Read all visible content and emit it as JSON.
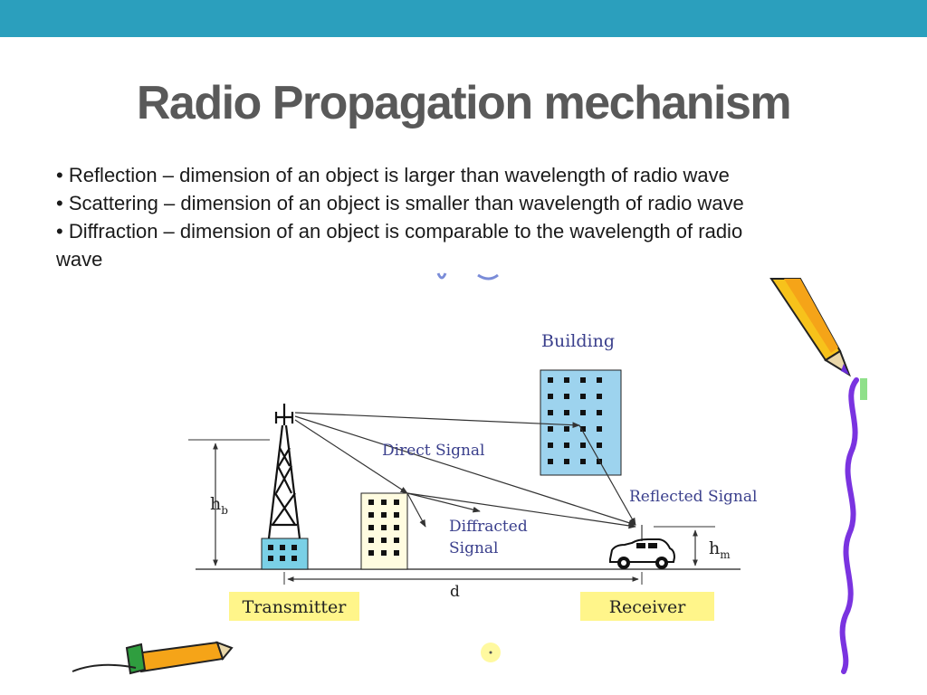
{
  "slide": {
    "title": "Radio Propagation mechanism",
    "bullets": [
      "• Reflection – dimension of an object is larger than wavelength of radio wave",
      "• Scattering – dimension of an object is smaller than wavelength of radio wave",
      "• Diffraction – dimension of an object is comparable to the wavelength of radio",
      "wave"
    ]
  },
  "diagram": {
    "building_label": "Building",
    "direct_signal_label": "Direct Signal",
    "reflected_signal_label": "Reflected Signal",
    "diffracted_signal_label_line1": "Diffracted",
    "diffracted_signal_label_line2": "Signal",
    "hb_main": "h",
    "hb_sub": "b",
    "hm_main": "h",
    "hm_sub": "m",
    "distance_label": "d",
    "transmitter_label": "Transmitter",
    "receiver_label": "Receiver"
  },
  "colors": {
    "header_bar": "#2b9fbd",
    "title_text": "#595959",
    "building_fill": "#9dd3ee",
    "small_building_fill": "#fffce0",
    "transmitter_base_fill": "#7ad0e6",
    "label_box_fill": "#fff58a",
    "diagram_text": "#3a3f8c",
    "squiggle": "#7a33e0"
  },
  "icons": [
    "pencil-icon",
    "crayon-icon",
    "car-icon",
    "antenna-tower-icon"
  ]
}
